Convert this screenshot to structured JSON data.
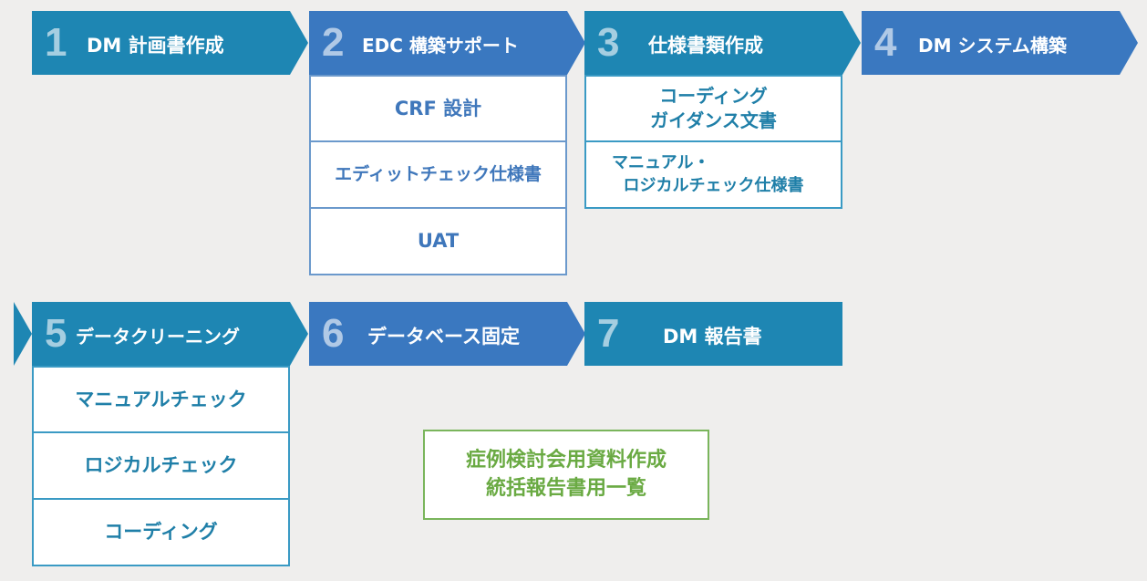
{
  "steps": [
    {
      "num": "1",
      "label": "DM 計画書作成"
    },
    {
      "num": "2",
      "label": "EDC 構築サポート"
    },
    {
      "num": "3",
      "label": "仕様書類作成"
    },
    {
      "num": "4",
      "label": "DM システム構築"
    },
    {
      "num": "5",
      "label": "データクリーニング"
    },
    {
      "num": "6",
      "label": "データベース固定"
    },
    {
      "num": "7",
      "label": "DM 報告書"
    }
  ],
  "step2_items": [
    "CRF 設計",
    "エディットチェック仕様書",
    "UAT"
  ],
  "step3_items": [
    {
      "line1": "コーディング",
      "line2": "ガイダンス文書"
    },
    {
      "line1": "マニュアル・",
      "line2": "ロジカルチェック仕様書"
    }
  ],
  "step5_items": [
    "マニュアルチェック",
    "ロジカルチェック",
    "コーディング"
  ],
  "note": {
    "line1": "症例検討会用資料作成",
    "line2": "統括報告書用一覧"
  },
  "colors": {
    "teal": "#1e86b3",
    "blue": "#3a78c0",
    "green": "#6aaa43",
    "background": "#efeeed"
  }
}
